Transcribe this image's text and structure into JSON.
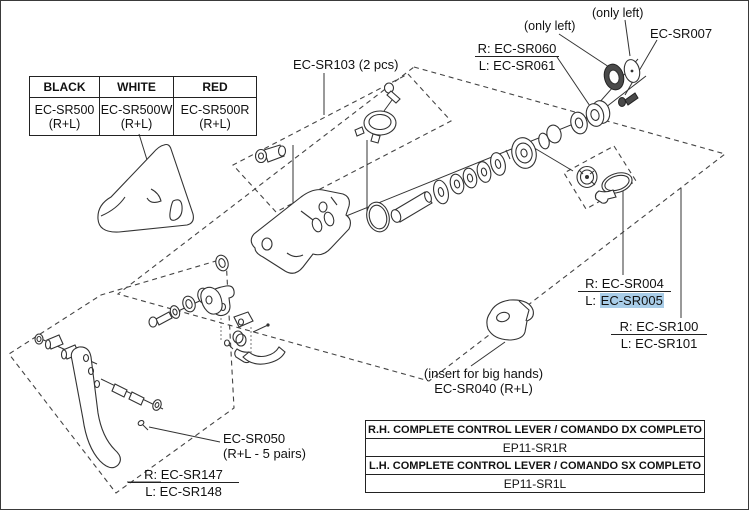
{
  "frame": {
    "bg": "#ffffff",
    "border_color": "#3a3a3a"
  },
  "color_table": {
    "headers": [
      "BLACK",
      "WHITE",
      "RED"
    ],
    "cells": [
      {
        "code": "EC-SR500",
        "sub": "(R+L)"
      },
      {
        "code": "EC-SR500W",
        "sub": "(R+L)"
      },
      {
        "code": "EC-SR500R",
        "sub": "(R+L)"
      }
    ]
  },
  "labels": {
    "sr103": "EC-SR103 (2 pcs)",
    "only_left_top": "(only left)",
    "only_left_mid": "(only left)",
    "sr007": "EC-SR007",
    "sr060_r": "R: EC-SR060",
    "sr060_l": "L: EC-SR061",
    "sr004_r": "R: EC-SR004",
    "sr004_l_prefix": "L: ",
    "sr004_l_code": "EC-SR005",
    "sr100_r": "R: EC-SR100",
    "sr100_l": "L: EC-SR101",
    "insert_line1": "(insert for big hands)",
    "insert_line2": "EC-SR040 (R+L)",
    "sr050_line1": "EC-SR050",
    "sr050_line2": "(R+L - 5 pairs)",
    "sr147_r": "R: EC-SR147",
    "sr147_l": "L: EC-SR148"
  },
  "highlight": {
    "color": "#a9cde8"
  },
  "summary_table": {
    "rows": [
      {
        "text": "R.H. COMPLETE CONTROL LEVER / COMANDO DX COMPLETO"
      },
      {
        "text": "EP11-SR1R"
      },
      {
        "text": "L.H. COMPLETE CONTROL LEVER / COMANDO SX COMPLETO"
      },
      {
        "text": "EP11-SR1L"
      }
    ]
  }
}
